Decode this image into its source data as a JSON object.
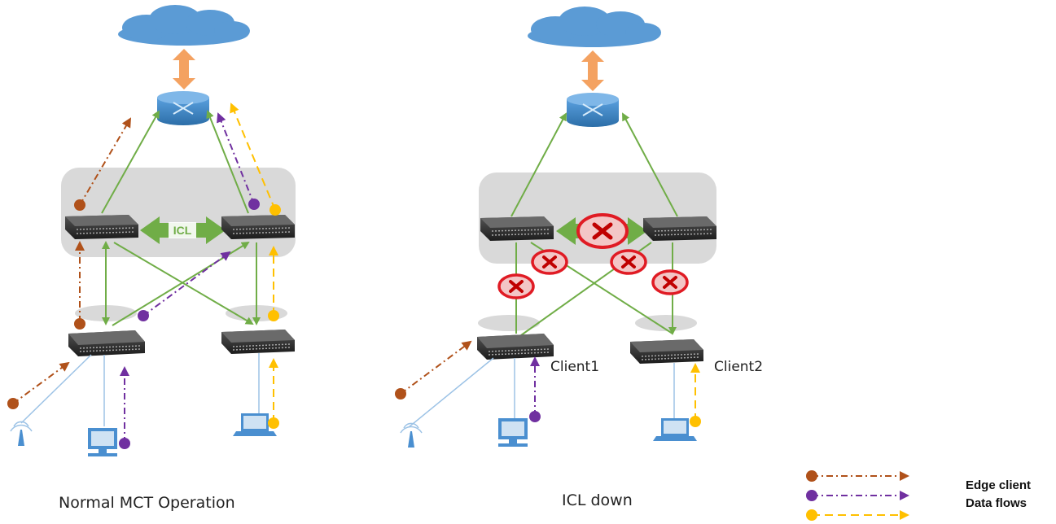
{
  "left_diagram": {
    "caption": "Normal MCT Operation",
    "icl_label": "ICL"
  },
  "right_diagram": {
    "caption": "ICL down",
    "client1_label": "Client1",
    "client2_label": "Client2"
  },
  "legend": {
    "line1": "Edge client",
    "line2": "Data flows",
    "colors": [
      "#b0511a",
      "#7030a0",
      "#ffc000"
    ]
  },
  "colors": {
    "cloud": "#5b9bd5",
    "link": "#70ad47",
    "mct_cluster_bg": "#d9d9d9",
    "failure": "#e01b24",
    "vertical_arrow": "#f4a261"
  }
}
